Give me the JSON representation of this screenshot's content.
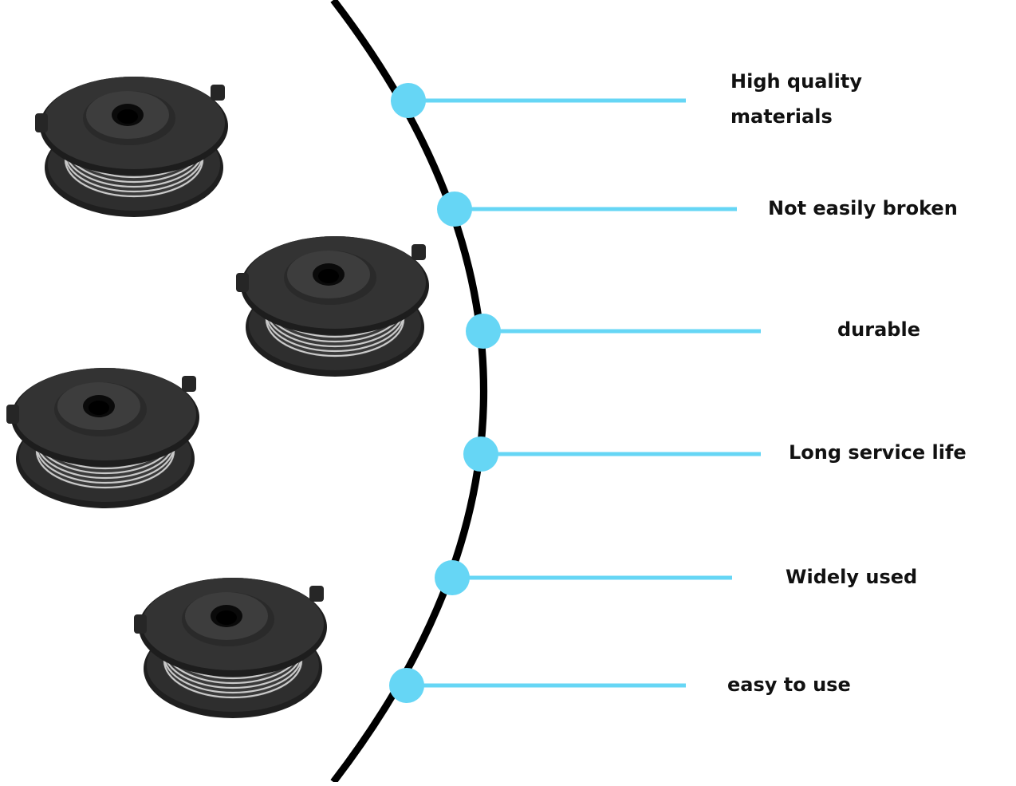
{
  "colors": {
    "background": "#ffffff",
    "arc": "#000000",
    "accent": "#66d6f5",
    "spool_body": "#2b2b2b",
    "spool_top": "#3a3a3a",
    "line_wire": "#bdbdbd"
  },
  "product_image": {
    "icon": "trimmer-spool-icon",
    "count": 4
  },
  "features": [
    {
      "label": "High quality materials"
    },
    {
      "label": "Not easily broken"
    },
    {
      "label": "durable"
    },
    {
      "label": "Long service life"
    },
    {
      "label": "Widely used"
    },
    {
      "label": "easy to use"
    }
  ]
}
